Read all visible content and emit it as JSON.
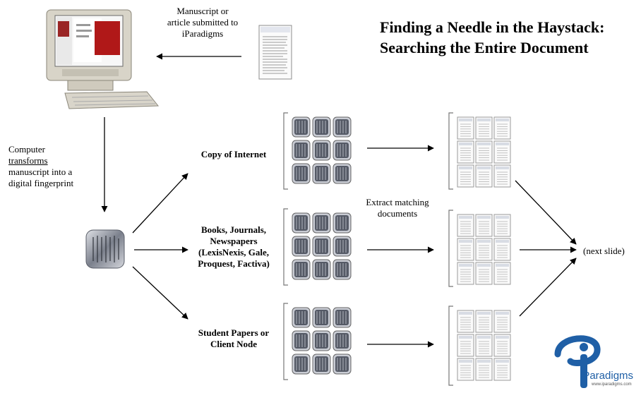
{
  "title": {
    "line1": "Finding a Needle in the Haystack:",
    "line2": "Searching the Entire Document"
  },
  "submission_caption": [
    "Manuscript or",
    "article submitted to",
    "iParadigms"
  ],
  "transform_caption": {
    "prefix": "Computer",
    "underlined": "transforms",
    "line3": "manuscript into a",
    "line4": "digital fingerprint"
  },
  "sources": [
    {
      "label_lines": [
        "Copy of Internet"
      ]
    },
    {
      "label_lines": [
        "Books, Journals,",
        "Newspapers",
        "(LexisNexis, Gale,",
        "Proquest, Factiva)"
      ]
    },
    {
      "label_lines": [
        "Student Papers or",
        "Client Node"
      ]
    }
  ],
  "extract_caption": [
    "Extract matching",
    "documents"
  ],
  "next_slide_label": "(next slide)",
  "logo": {
    "name": "iParadigms",
    "url": "www.iparadigms.com",
    "color": "#1f5fa6"
  },
  "colors": {
    "chip_dark": "#555a66",
    "chip_light": "#c9ccd4",
    "page_border": "#9a9a9a"
  }
}
